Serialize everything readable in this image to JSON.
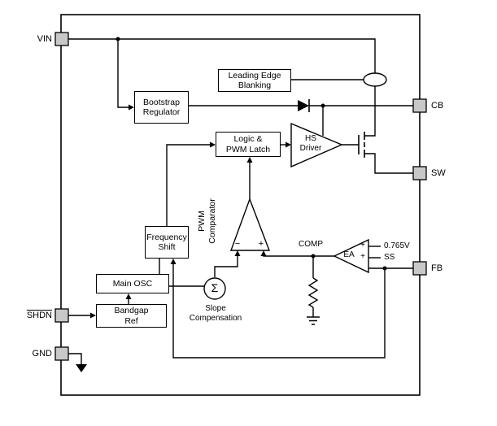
{
  "pins": {
    "vin": {
      "label": "VIN"
    },
    "shdn": {
      "label": "SHDN"
    },
    "gnd": {
      "label": "GND"
    },
    "cb": {
      "label": "CB"
    },
    "sw": {
      "label": "SW"
    },
    "fb": {
      "label": "FB"
    }
  },
  "blocks": {
    "leading_edge_blanking": "Leading Edge\nBlanking",
    "bootstrap_regulator": "Bootstrap\nRegulator",
    "logic_pwm_latch": "Logic &\nPWM Latch",
    "hs_driver": "HS\nDriver",
    "pwm_comparator": "PWM\nComparator",
    "frequency_shift": "Frequency\nShift",
    "main_osc": "Main OSC",
    "bandgap_ref": "Bandgap\nRef",
    "slope_compensation": "Slope\nCompensation",
    "error_amp": "EA"
  },
  "labels": {
    "comp_node": "COMP",
    "reference_voltage": "0.765V",
    "soft_start": "SS",
    "sigma": "Σ",
    "plus": "+",
    "minus": "−"
  },
  "colors": {
    "wire": "#000000",
    "pin_fill": "#c8c8c8",
    "background": "#ffffff"
  }
}
